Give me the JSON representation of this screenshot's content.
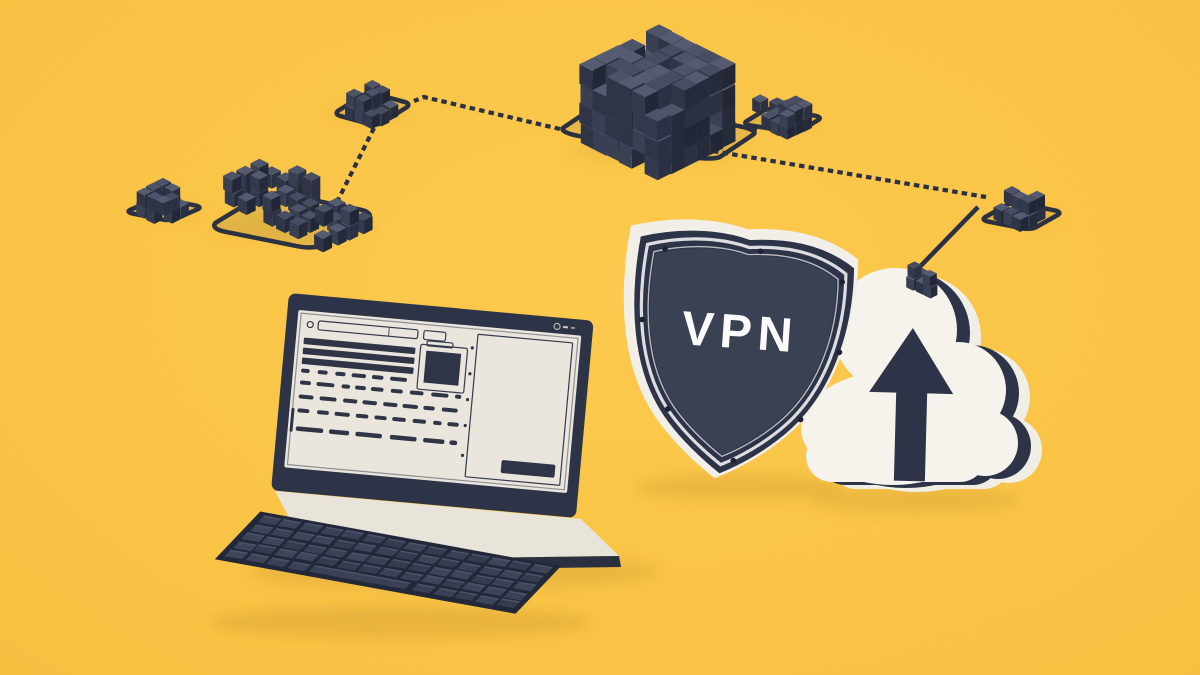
{
  "scene": {
    "description": "3D illustration: VPN shield protecting a cloud upload within a network of cube data nodes linked by chains to a workstation",
    "shield": {
      "label": "VPN"
    },
    "icons": {
      "shield": "vpn-shield-badge",
      "cloud": "upload-cloud",
      "arrow": "upload-arrow",
      "nodes": "voxel-data-cluster",
      "links": "chain-link",
      "workstation": "monitor-and-keyboard"
    },
    "palette": {
      "bg_center": "#fcca4e",
      "bg_mid": "#f8c243",
      "bg_edge": "#edb236",
      "navy": "#2e3447",
      "navy_deep": "#242938",
      "navy_panel": "#3a4153",
      "cube_top": [
        "#4d5368",
        "#474d62",
        "#555b72"
      ],
      "cube_left": [
        "#343a4e",
        "#2f3547",
        "#3a4054"
      ],
      "cube_right": [
        "#262b3c",
        "#222737",
        "#2b3143"
      ],
      "key_face": [
        "#3a4156",
        "#363c50",
        "#3e455b"
      ],
      "key_edge": "#232838",
      "key_top": "#4b5269",
      "cream": "#ebe6dd",
      "white": "#f6f3ed",
      "white_back": "#f1eee5",
      "silver": "#dddde1",
      "ink": "#2f3546",
      "rivet": "#1d2230",
      "shadow": "#c9952d",
      "label_color": "#fbfbfc"
    }
  }
}
